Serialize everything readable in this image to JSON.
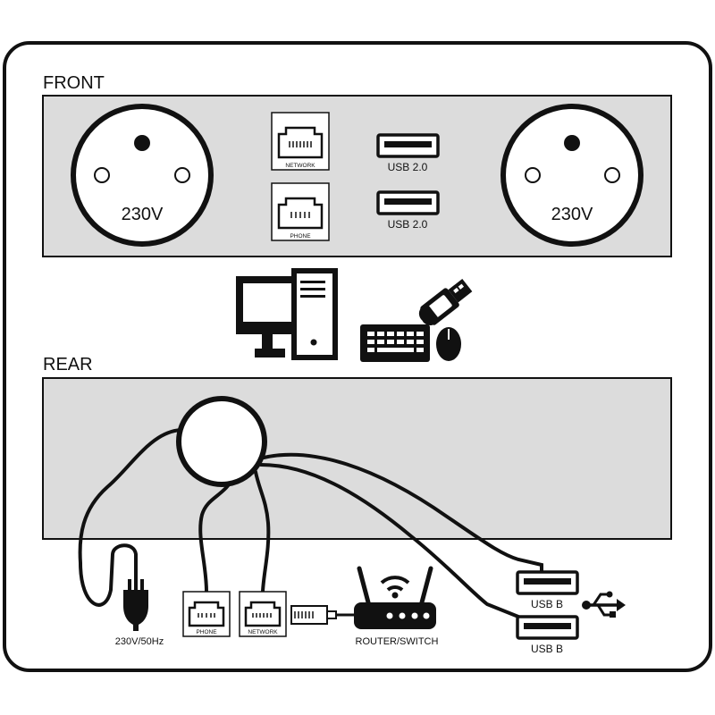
{
  "front": {
    "title": "FRONT",
    "socket_left_label": "230V",
    "socket_right_label": "230V",
    "jack_network_label": "NETWORK",
    "jack_phone_label": "PHONE",
    "usb_top_label": "USB 2.0",
    "usb_bottom_label": "USB 2.0"
  },
  "rear": {
    "title": "REAR",
    "power_plug_label": "230V/50Hz",
    "jack_phone_label": "PHONE",
    "jack_network_label": "NETWORK",
    "router_label": "ROUTER/SWITCH",
    "usb_b_top_label": "USB B",
    "usb_b_bottom_label": "USB B"
  },
  "colors": {
    "panel_fill": "#dcdcdc",
    "stroke": "#111111",
    "background": "#ffffff"
  },
  "icons": [
    "computer-icon",
    "keyboard-icon",
    "mouse-icon",
    "usb-stick-icon",
    "usb-symbol-icon",
    "router-icon",
    "power-plug-icon",
    "ethernet-plug-icon"
  ]
}
